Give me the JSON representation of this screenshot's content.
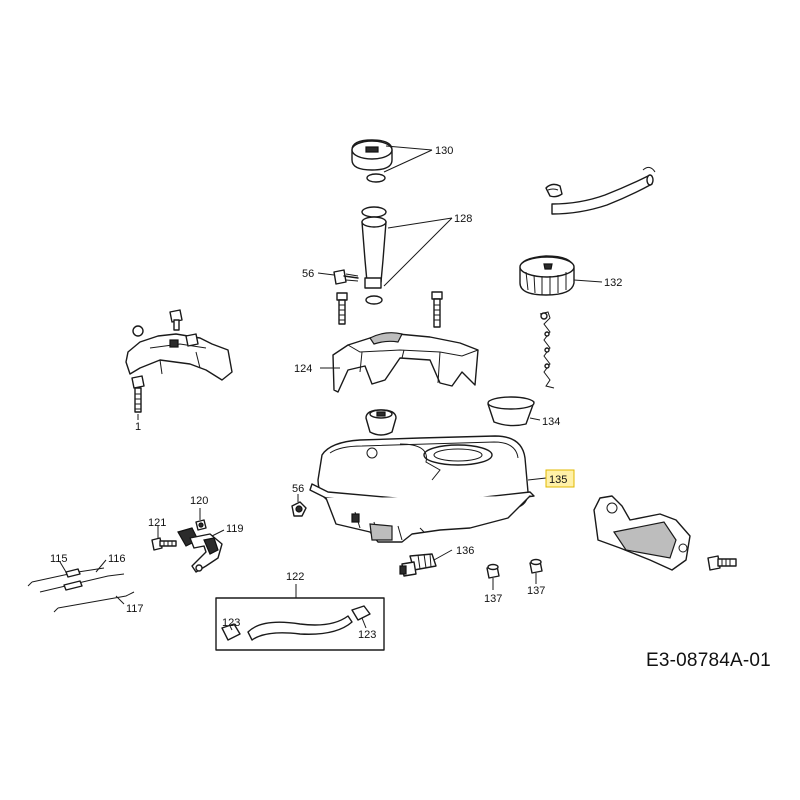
{
  "drawing_code": "E3-08784A-01",
  "labels": {
    "p130": "130",
    "p128": "128",
    "p56a": "56",
    "p132": "132",
    "p124": "124",
    "p1": "1",
    "p134": "134",
    "p135": "135",
    "p56b": "56",
    "p120": "120",
    "p121": "121",
    "p119": "119",
    "p136": "136",
    "p115": "115",
    "p116": "116",
    "p117": "117",
    "p122": "122",
    "p123a": "123",
    "p123b": "123",
    "p137a": "137",
    "p137b": "137"
  },
  "colors": {
    "highlight": "#fff1a8",
    "line": "#1a1a1a"
  }
}
